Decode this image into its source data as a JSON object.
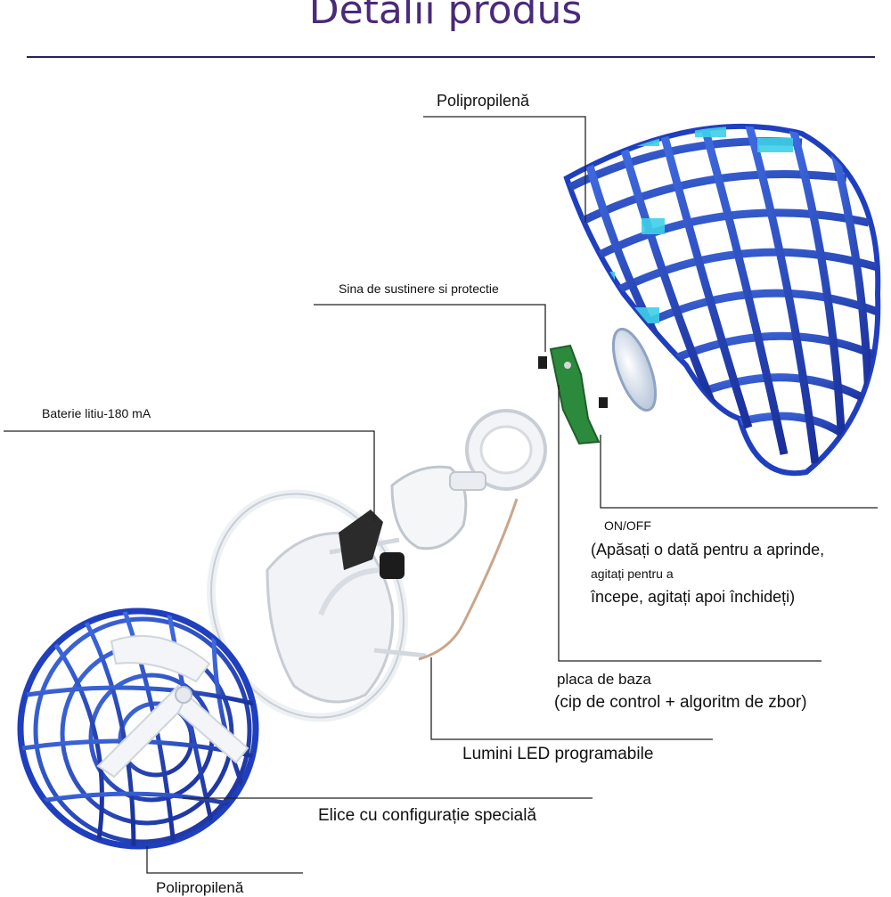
{
  "title": "Detalii produs",
  "labels": {
    "top_shell": "Polipropilenă",
    "support_rail": "Sina de sustinere si protectie",
    "battery": "Baterie litiu-180 mA",
    "switch_title": "ON/OFF",
    "switch_line1": "(Apăsați o dată pentru a aprinde,",
    "switch_line2": "agitați pentru a",
    "switch_line3": "începe, agitați apoi închideți)",
    "board_title": "placa de baza",
    "board_detail": "(cip de control + algoritm de zbor)",
    "led": "Lumini LED programabile",
    "propeller": "Elice cu configurație specială",
    "bottom_shell": "Polipropilenă"
  },
  "colors": {
    "title": "#4a2a7a",
    "shell_blue": "#1f3fbf",
    "shell_cyan": "#3fd0e8",
    "frame_white": "#f2f4f7",
    "leader_line": "#222222"
  }
}
